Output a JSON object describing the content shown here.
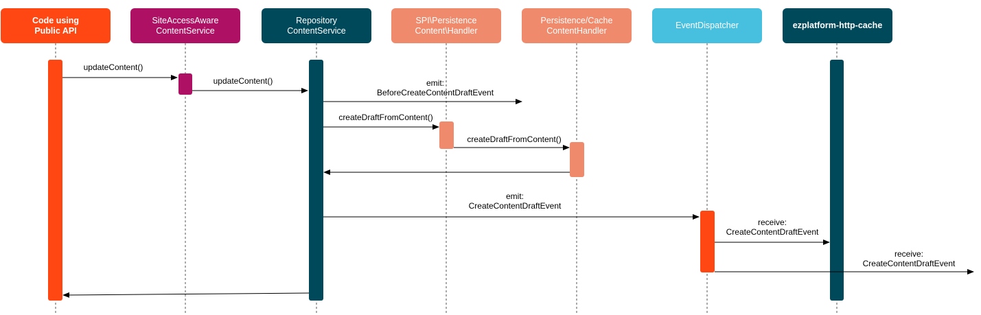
{
  "colors": {
    "orange": "#FF4713",
    "magenta": "#AE1164",
    "teal": "#00495B",
    "salmon": "#F08A6C",
    "sky": "#47BFDF",
    "line": "#000000"
  },
  "participants": [
    {
      "id": "code",
      "label": "Code using\nPublic API",
      "color": "#FF4713",
      "bold": true
    },
    {
      "id": "siteaccess",
      "label": "SiteAccessAware\nContentService",
      "color": "#AE1164",
      "bold": false
    },
    {
      "id": "repository",
      "label": "Repository\nContentService",
      "color": "#00495B",
      "bold": false
    },
    {
      "id": "spi",
      "label": "SPI\\Persistence\nContent\\Handler",
      "color": "#F08A6C",
      "bold": false
    },
    {
      "id": "cache",
      "label": "Persistence/Cache\nContentHandler",
      "color": "#F08A6C",
      "bold": false
    },
    {
      "id": "dispatcher",
      "label": "EventDispatcher",
      "color": "#47BFDF",
      "bold": false
    },
    {
      "id": "httpcache",
      "label": "ezplatform-http-cache",
      "color": "#00495B",
      "bold": true
    }
  ],
  "messages": {
    "m1": "updateContent()",
    "m2": "updateContent()",
    "m3a": "emit:",
    "m3b": "BeforeCreateContentDraftEvent",
    "m4": "createDraftFromContent()",
    "m5": "createDraftFromContent()",
    "m7a": "emit:",
    "m7b": "CreateContentDraftEvent",
    "m8a": "receive:",
    "m8b": "CreateContentDraftEvent",
    "m9a": "receive:",
    "m9b": "CreateContentDraftEvent"
  }
}
